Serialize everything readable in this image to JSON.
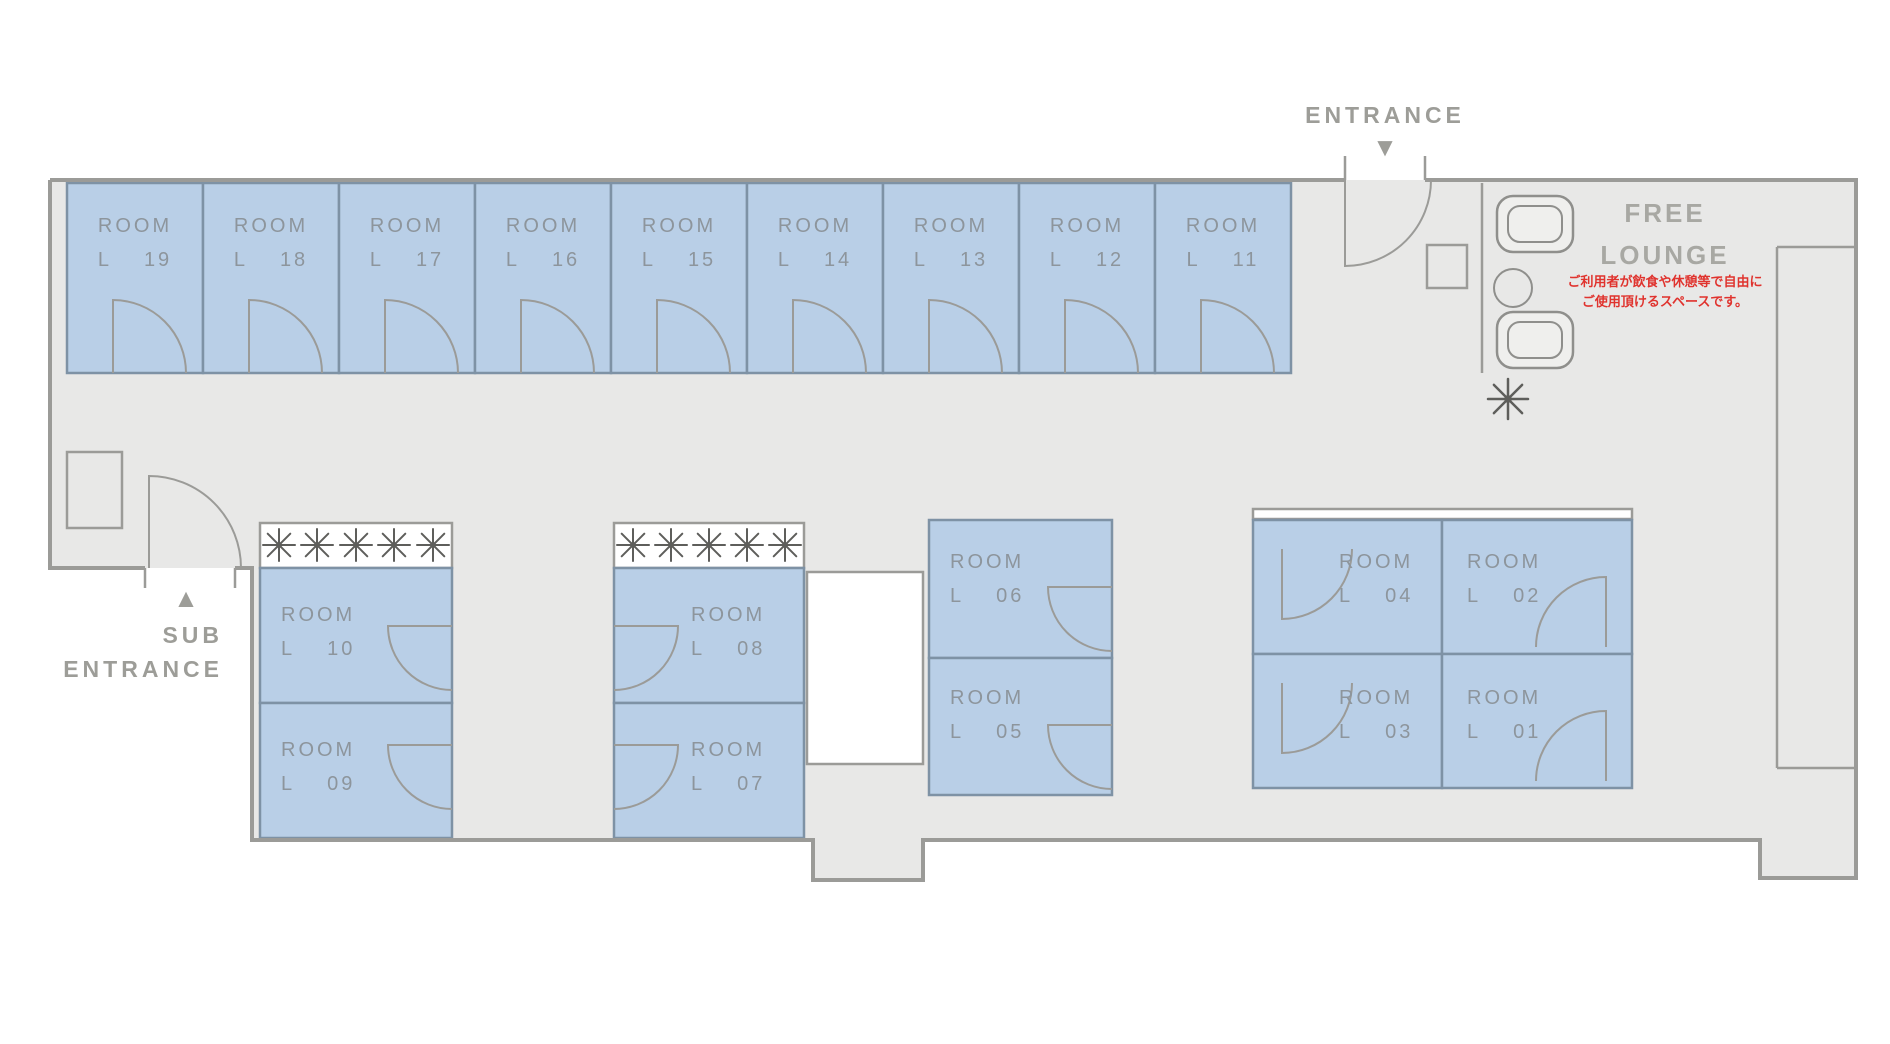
{
  "palette": {
    "floor": "#e8e8e7",
    "wall": "#9b9b98",
    "room_fill": "#b9cfe7",
    "room_border": "#7e92a5",
    "room_text": "#8d959c",
    "label_text": "#9d9d98",
    "lounge_title_text": "#a8a8a3",
    "note_text": "#e0332e"
  },
  "entrance": {
    "label": "ENTRANCE",
    "arrow": "▼"
  },
  "sub_entrance": {
    "line1": "SUB",
    "line2": "ENTRANCE",
    "arrow": "▲"
  },
  "lounge": {
    "title_line1": "FREE",
    "title_line2": "LOUNGE",
    "note_line1": "ご利用者が飲食や休憩等で自由に",
    "note_line2": "ご使用頂けるスペースです。"
  },
  "rooms": {
    "top_row": [
      {
        "name": "ROOM",
        "letter": "L",
        "number": "19"
      },
      {
        "name": "ROOM",
        "letter": "L",
        "number": "18"
      },
      {
        "name": "ROOM",
        "letter": "L",
        "number": "17"
      },
      {
        "name": "ROOM",
        "letter": "L",
        "number": "16"
      },
      {
        "name": "ROOM",
        "letter": "L",
        "number": "15"
      },
      {
        "name": "ROOM",
        "letter": "L",
        "number": "14"
      },
      {
        "name": "ROOM",
        "letter": "L",
        "number": "13"
      },
      {
        "name": "ROOM",
        "letter": "L",
        "number": "12"
      },
      {
        "name": "ROOM",
        "letter": "L",
        "number": "11"
      }
    ],
    "left_block": [
      {
        "name": "ROOM",
        "letter": "L",
        "number": "10"
      },
      {
        "name": "ROOM",
        "letter": "L",
        "number": "09"
      }
    ],
    "mid_block": [
      {
        "name": "ROOM",
        "letter": "L",
        "number": "08"
      },
      {
        "name": "ROOM",
        "letter": "L",
        "number": "07"
      }
    ],
    "center_block": [
      {
        "name": "ROOM",
        "letter": "L",
        "number": "06"
      },
      {
        "name": "ROOM",
        "letter": "L",
        "number": "05"
      }
    ],
    "right_block": [
      {
        "name": "ROOM",
        "letter": "L",
        "number": "04"
      },
      {
        "name": "ROOM",
        "letter": "L",
        "number": "02"
      },
      {
        "name": "ROOM",
        "letter": "L",
        "number": "03"
      },
      {
        "name": "ROOM",
        "letter": "L",
        "number": "01"
      }
    ]
  }
}
